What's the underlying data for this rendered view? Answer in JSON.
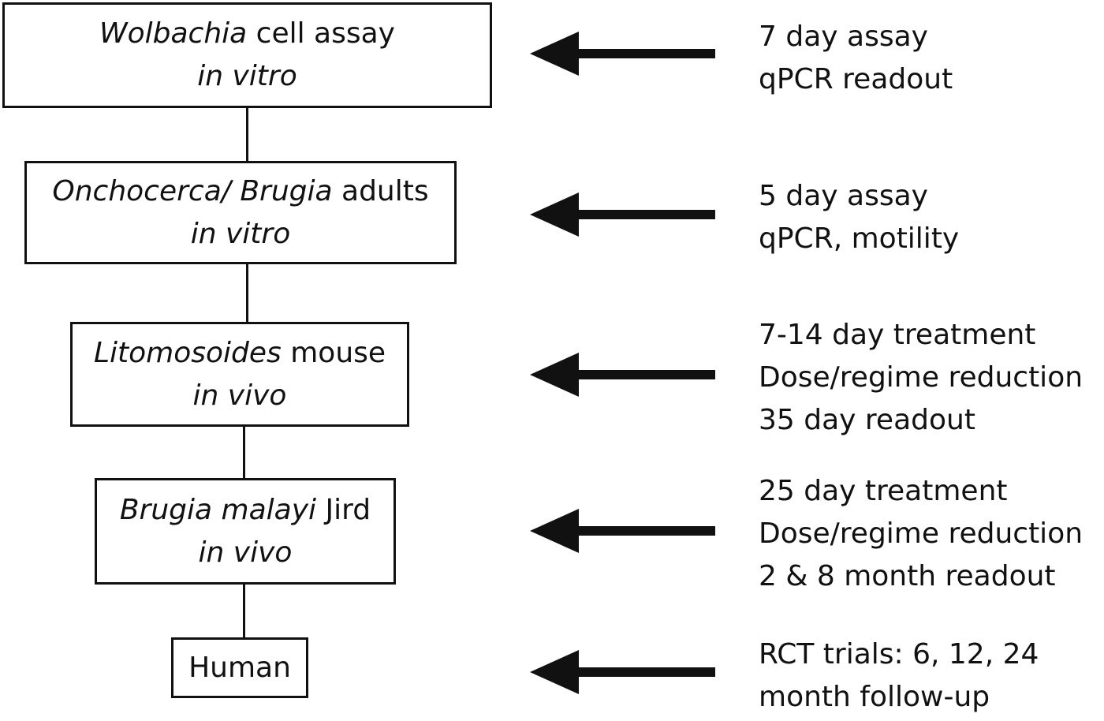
{
  "stages": [
    {
      "id": "wolbachia",
      "title_italic": "Wolbachia",
      "title_rest": " cell assay",
      "subtitle": "in vitro"
    },
    {
      "id": "onchocerca",
      "title_italic": "Onchocerca/ Brugia",
      "title_rest": " adults",
      "subtitle": "in vitro"
    },
    {
      "id": "litomosoides",
      "title_italic": "Litomosoides",
      "title_rest": " mouse",
      "subtitle": "in vivo"
    },
    {
      "id": "brugia-malayi",
      "title_italic": "Brugia malayi",
      "title_rest": " Jird",
      "subtitle": "in vivo"
    },
    {
      "id": "human",
      "title_italic": "",
      "title_rest": "Human",
      "subtitle": ""
    }
  ],
  "readouts": [
    {
      "lines": [
        "7 day assay",
        "qPCR readout"
      ]
    },
    {
      "lines": [
        "5 day assay",
        "qPCR, motility"
      ]
    },
    {
      "lines": [
        "7-14 day treatment",
        "Dose/regime reduction",
        "35 day readout"
      ]
    },
    {
      "lines": [
        "25 day treatment",
        "Dose/regime reduction",
        "2 & 8 month readout"
      ]
    },
    {
      "lines": [
        "RCT trials: 6, 12, 24",
        "month follow-up"
      ]
    }
  ],
  "colors": {
    "stroke": "#111111",
    "background": "#ffffff"
  }
}
